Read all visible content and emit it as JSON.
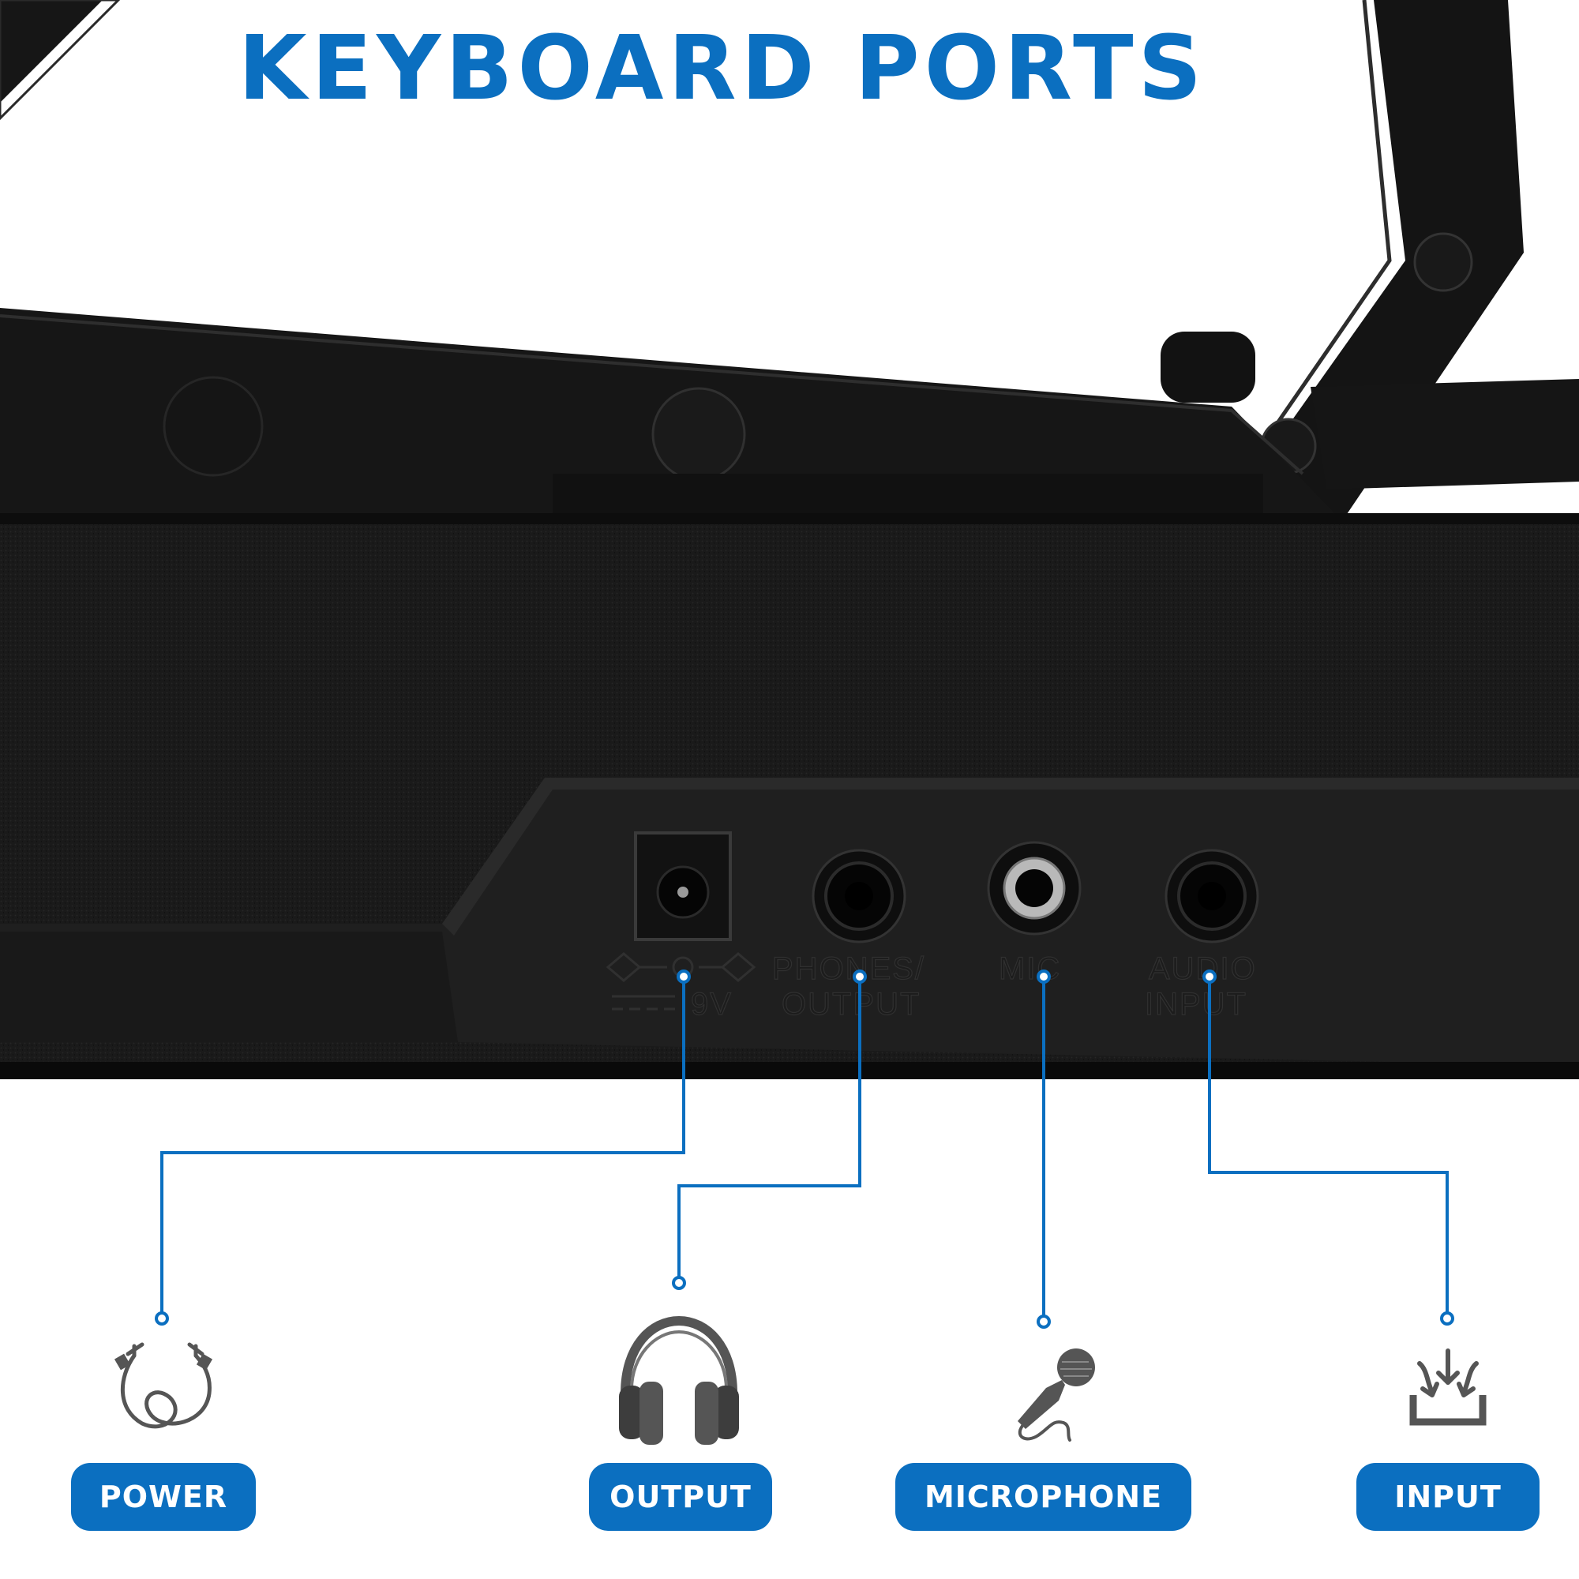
{
  "title": "KEYBOARD PORTS",
  "colors": {
    "accent": "#0b6fc0",
    "icon_gray": "#555555",
    "keyboard_body": "#141414"
  },
  "panel_labels": {
    "power_voltage": "9V",
    "phones_line1": "PHONES/",
    "phones_line2": "OUTPUT",
    "mic": "MIC",
    "audio_line1": "AUDIO",
    "audio_line2": "INPUT"
  },
  "callouts": [
    {
      "id": "power",
      "label": "POWER",
      "icon": "cable-icon"
    },
    {
      "id": "output",
      "label": "OUTPUT",
      "icon": "headphones-icon"
    },
    {
      "id": "microphone",
      "label": "MICROPHONE",
      "icon": "microphone-icon"
    },
    {
      "id": "input",
      "label": "INPUT",
      "icon": "input-tray-icon"
    }
  ]
}
